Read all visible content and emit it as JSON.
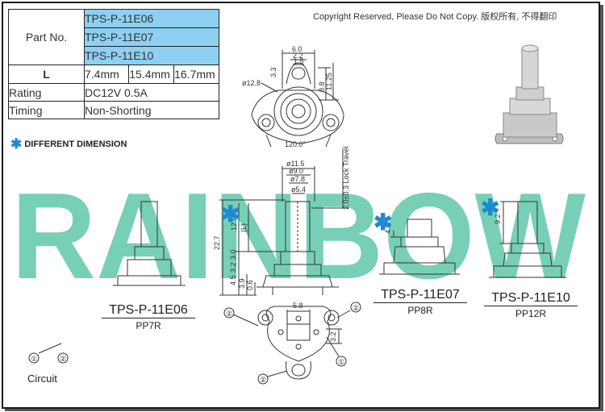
{
  "spec_table": {
    "part_label": "Part No.",
    "parts": [
      "TPS-P-11E06",
      "TPS-P-11E07",
      "TPS-P-11E10"
    ],
    "length_label": "L",
    "lengths": [
      "7.4mm",
      "15.4mm",
      "16.7mm"
    ],
    "rating_label": "Rating",
    "rating_value": "DC12V 0.5A",
    "timing_label": "Timing",
    "timing_value": "Non-Shorting"
  },
  "copyright": "Copyright Reserved, Please Do Not Copy. 版权所有, 不得翻印",
  "diff_note": {
    "marker": "✱",
    "text": "DIFFERENT DIMENSION"
  },
  "watermark": "RAINBOW",
  "top_view_dims": {
    "w1": "6.0",
    "w2": "2.2",
    "w3": "1.5",
    "h1": "3.3",
    "h2": "8.8",
    "h3": "11.25",
    "dia": "ø12.8",
    "base": "120.0°"
  },
  "side_view_dims": {
    "d1": "ø11.5",
    "d2": "ø9.0",
    "d3": "ø7.8",
    "d4": "ø5.4",
    "travel": "2.0±0.3 Lock Travel",
    "total": "22.7",
    "shaft": "12.0",
    "l": "(L)",
    "s1": "3.0",
    "s2": "3.2",
    "s3": "4.5",
    "s4": "3.9",
    "s5": "0.6"
  },
  "bottom_view_dims": {
    "w": "5.8",
    "h": "3.2",
    "pin1": "①",
    "pin2": "②"
  },
  "models": [
    {
      "name": "TPS-P-11E06",
      "sub": "PP7R"
    },
    {
      "name": "TPS-P-11E07",
      "sub": "PP8R",
      "dim": "4.5"
    },
    {
      "name": "TPS-P-11E10",
      "sub": "PP12R",
      "dim": "9.2"
    }
  ],
  "circuit": {
    "label": "Circuit",
    "p1": "①",
    "p2": "②"
  },
  "colors": {
    "accent_blue": "#1d8ad1",
    "part_fill": "#8dd0f2",
    "watermark": "#59c5a6"
  }
}
